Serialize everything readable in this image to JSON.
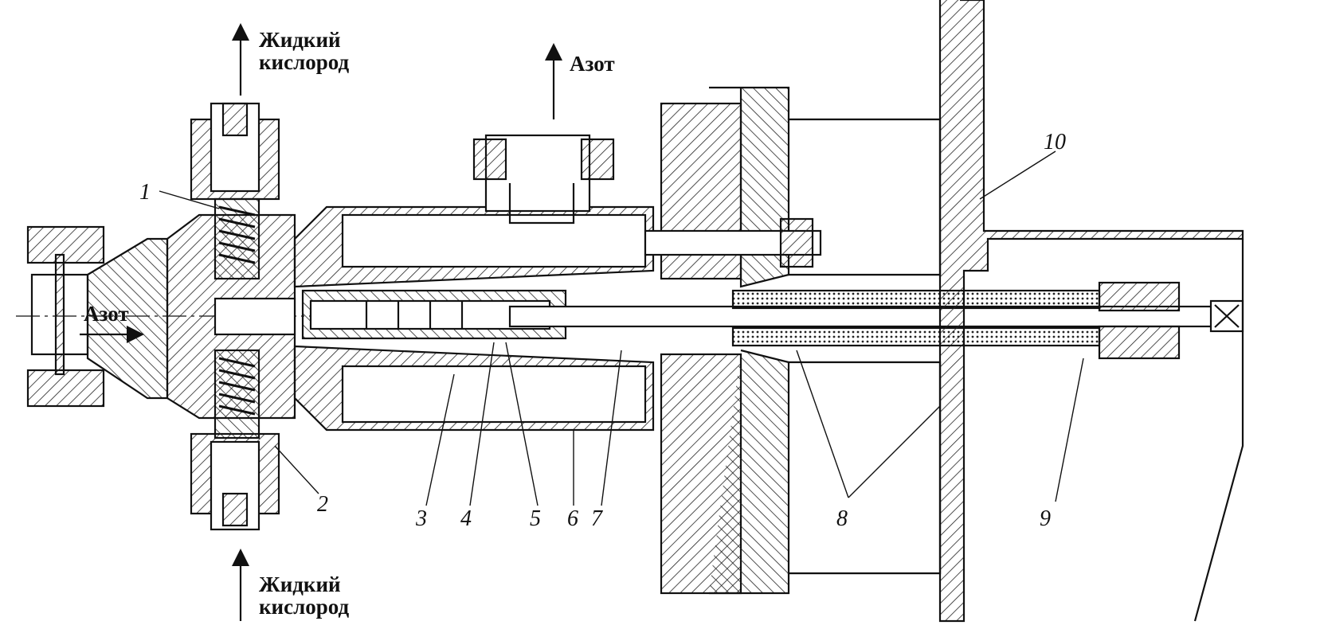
{
  "flows": {
    "lox_top": "Жидкий\nкислород",
    "lox_bottom": "Жидкий\nкислород",
    "nitrogen_top": "Азот",
    "nitrogen_inlet": "Азот"
  },
  "callouts": [
    "1",
    "2",
    "3",
    "4",
    "5",
    "6",
    "7",
    "8",
    "9",
    "10"
  ]
}
